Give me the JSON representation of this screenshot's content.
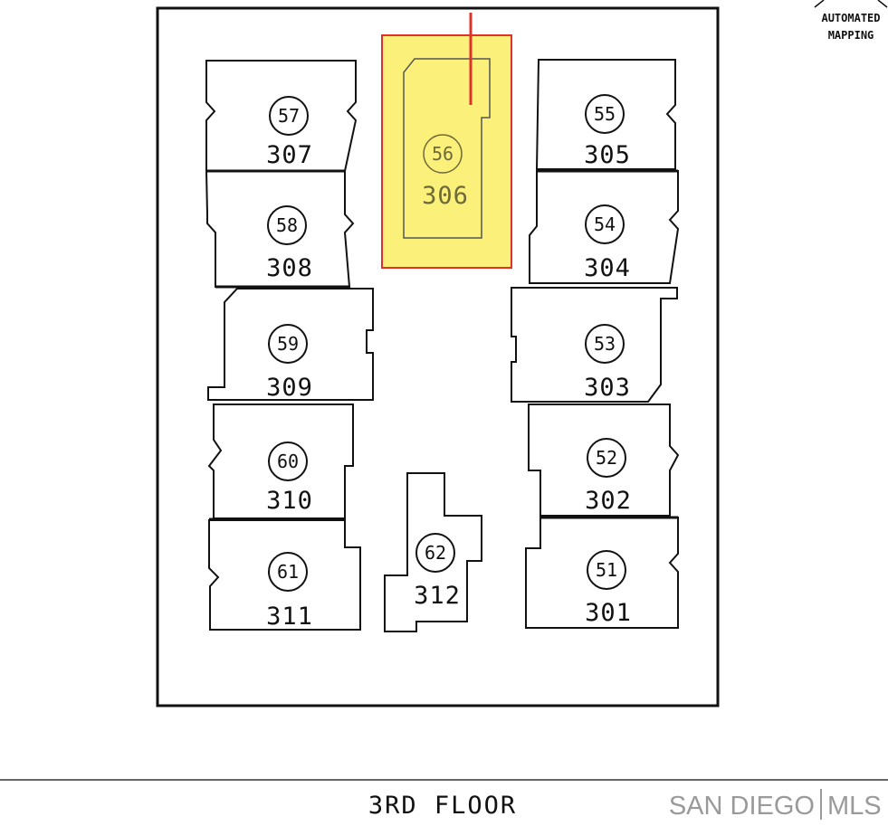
{
  "badge": {
    "line1": "AUTOMATED",
    "line2": "MAPPING"
  },
  "units": [
    {
      "parcel": "57",
      "unit": "307"
    },
    {
      "parcel": "58",
      "unit": "308"
    },
    {
      "parcel": "59",
      "unit": "309"
    },
    {
      "parcel": "60",
      "unit": "310"
    },
    {
      "parcel": "61",
      "unit": "311"
    },
    {
      "parcel": "56",
      "unit": "306",
      "highlighted": true
    },
    {
      "parcel": "55",
      "unit": "305"
    },
    {
      "parcel": "54",
      "unit": "304"
    },
    {
      "parcel": "53",
      "unit": "303"
    },
    {
      "parcel": "52",
      "unit": "302"
    },
    {
      "parcel": "51",
      "unit": "301"
    },
    {
      "parcel": "62",
      "unit": "312"
    }
  ],
  "floor_label": "3RD FLOOR",
  "brand": {
    "left": "SAN DIEGO",
    "right": "MLS"
  },
  "colors": {
    "highlight_fill": "#fbf07a",
    "highlight_border": "#e0322a",
    "marker": "#e0322a"
  }
}
